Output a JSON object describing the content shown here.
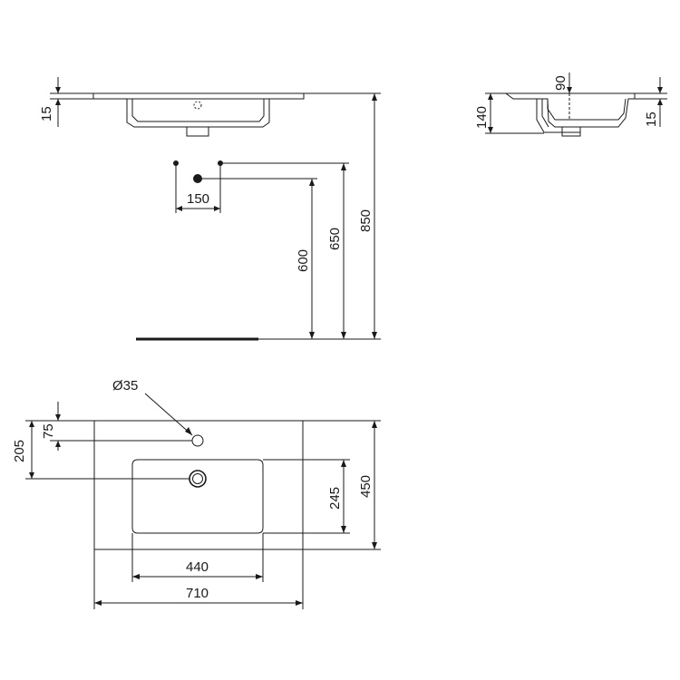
{
  "drawing": {
    "front_view": {
      "rim_thickness": "15",
      "tap_hole_spacing": "150",
      "waste_height": "600",
      "tap_height": "650",
      "total_height": "850"
    },
    "side_view": {
      "top_offset": "90",
      "depth": "140",
      "rim_thickness": "15"
    },
    "plan_view": {
      "tap_hole_diameter": "Ø35",
      "tap_hole_from_back": "75",
      "waste_from_back": "205",
      "bowl_depth": "245",
      "overall_depth": "450",
      "bowl_width": "440",
      "overall_width": "710"
    }
  }
}
